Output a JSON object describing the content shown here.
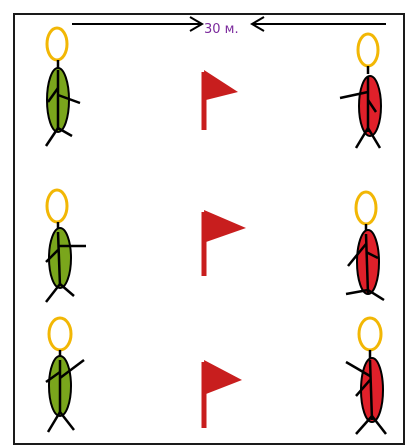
{
  "distance_label": "30 м.",
  "colors": {
    "border": "#1a1a1a",
    "head": "#f2b705",
    "left_team_body": "#7aa61c",
    "right_team_body": "#e0202a",
    "flag": "#c81e1e",
    "limb": "#000000",
    "distance_text": "#7b2a9c"
  },
  "icons": {
    "flag": "flag-icon",
    "player": "stick-figure-icon",
    "arrow": "arrow-icon"
  },
  "rows": [
    {
      "left_player": "green-runner",
      "marker": "flag",
      "right_player": "red-runner"
    },
    {
      "left_player": "green-runner",
      "marker": "flag",
      "right_player": "red-runner"
    },
    {
      "left_player": "green-runner",
      "marker": "flag",
      "right_player": "red-runner"
    }
  ]
}
